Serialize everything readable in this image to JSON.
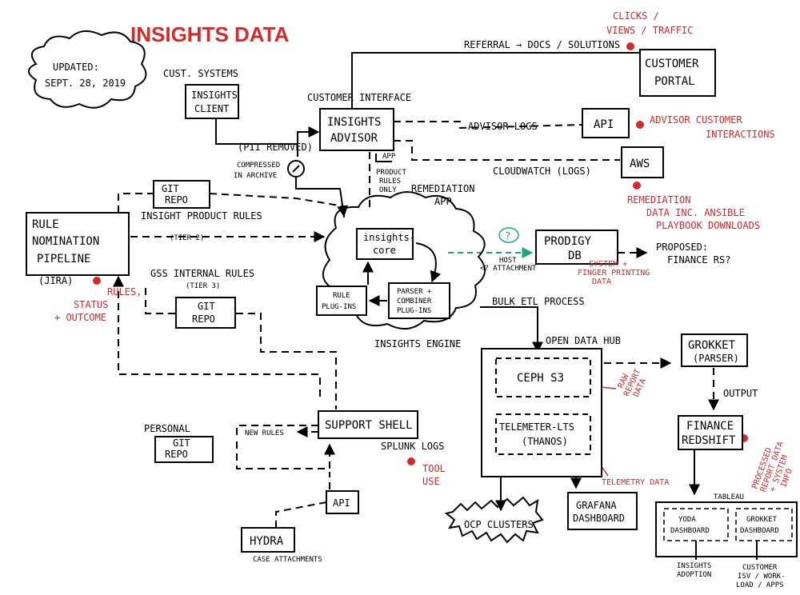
{
  "title": "INSIGHTS DATA",
  "updated": {
    "line1": "UPDATED:",
    "line2": "SEPT. 28, 2019"
  },
  "labels": {
    "cust_systems": "CUST. SYSTEMS",
    "customer_interface": "CUSTOMER INTERFACE",
    "referral": "REFERRAL → DOCS / SOLUTIONS",
    "advisor_logs": "ADVISOR LOGS",
    "cloudwatch": "CLOUDWATCH (LOGS)",
    "pii_removed": "(PII REMOVED)",
    "compressed_1": "COMPRESSED",
    "compressed_2": "IN ARCHIVE",
    "app": "APP",
    "product_rules_1": "PRODUCT",
    "product_rules_2": "RULES",
    "product_rules_3": "ONLY",
    "remediation_app_1": "REMEDIATION",
    "remediation_app_2": "APP",
    "insight_product_rules": "INSIGHT PRODUCT RULES",
    "tier2": "(TIER 2)",
    "gss_internal_rules": "GSS INTERNAL RULES",
    "tier3": "(TIER 3)",
    "jira": "(JIRA)",
    "host_1": "HOST",
    "host_2": "<? ATTACHMENT",
    "proposed_1": "PROPOSED:",
    "proposed_2": "FINANCE RS?",
    "bulk_etl": "BULK ETL PROCESS",
    "insights_engine": "INSIGHTS ENGINE",
    "open_data_hub": "OPEN DATA HUB",
    "output": "OUTPUT",
    "tableau": "TABLEAU",
    "new_rules": "NEW RULES",
    "splunk_logs": "SPLUNK LOGS",
    "case_attachments": "CASE ATTACHMENTS",
    "insights_adoption_1": "INSIGHTS",
    "insights_adoption_2": "ADOPTION",
    "customer_isv_1": "CUSTOMER",
    "customer_isv_2": "ISV / WORK-",
    "customer_isv_3": "LOAD / APPS",
    "question": "?"
  },
  "boxes": {
    "customer_portal_1": "CUSTOMER",
    "customer_portal_2": "PORTAL",
    "insights_client_1": "INSIGHTS",
    "insights_client_2": "CLIENT",
    "insights_advisor_1": "INSIGHTS",
    "insights_advisor_2": "ADVISOR",
    "api_top": "API",
    "aws": "AWS",
    "git_repo_top_1": "GIT",
    "git_repo_top_2": "REPO",
    "rule_nomination_1": "RULE",
    "rule_nomination_2": "NOMINATION",
    "rule_nomination_3": "PIPELINE",
    "insights_core_1": "insights-",
    "insights_core_2": "core",
    "rule_plugins_1": "RULE",
    "rule_plugins_2": "PLUG-INS",
    "parser_1": "PARSER +",
    "parser_2": "COMBINER",
    "parser_3": "PLUG-INS",
    "prodigy_1": "PRODIGY",
    "prodigy_2": "DB",
    "git_repo_mid_1": "GIT",
    "git_repo_mid_2": "REPO",
    "ceph": "CEPH S3",
    "telemeter_1": "TELEMETER-LTS",
    "telemeter_2": "(THANOS)",
    "grokket_1": "GROKKET",
    "grokket_2": "(PARSER)",
    "finance_1": "FINANCE",
    "finance_2": "REDSHIFT",
    "support_shell": "SUPPORT SHELL",
    "personal_git_1": "PERSONAL",
    "personal_git_2": "GIT",
    "personal_git_3": "REPO",
    "api_bottom": "API",
    "hydra": "HYDRA",
    "ocp_clusters": "OCP CLUSTERS",
    "grafana_1": "GRAFANA",
    "grafana_2": "DASHBOARD",
    "yoda_1": "YODA",
    "yoda_2": "DASHBOARD",
    "grokket_dash_1": "GROKKET",
    "grokket_dash_2": "DASHBOARD"
  },
  "annotations": {
    "clicks_1": "CLICKS /",
    "clicks_2": "VIEWS / TRAFFIC",
    "advisor_customer_1": "ADVISOR CUSTOMER",
    "advisor_customer_2": "INTERACTIONS",
    "remediation_data_1": "REMEDIATION",
    "remediation_data_2": "DATA INC. ANSIBLE",
    "remediation_data_3": "PLAYBOOK DOWNLOADS",
    "system_fp_1": "SYSTEM +",
    "system_fp_2": "FINGER PRINTING",
    "system_fp_3": "DATA",
    "rules_status_1": "RULES,",
    "rules_status_2": "STATUS",
    "rules_status_3": "+ OUTCOME",
    "raw_report_1": "RAW",
    "raw_report_2": "REPORT",
    "raw_report_3": "DATA",
    "telemetry_data": "TELEMETRY DATA",
    "processed_1": "PROCESSED",
    "processed_2": "REPORT DATA",
    "processed_3": "+ SYSTEM",
    "processed_4": "INFO",
    "tool_use_1": "TOOL",
    "tool_use_2": "USE"
  },
  "colors": {
    "accent_red": "#d42a2a",
    "teal": "#19a884"
  }
}
